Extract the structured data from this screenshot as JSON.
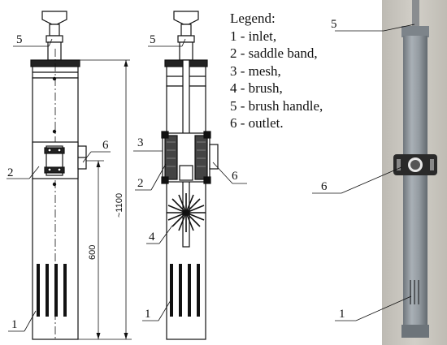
{
  "legend": {
    "title": "Legend:",
    "items": [
      "1 - inlet,",
      "2 - saddle band,",
      "3 - mesh,",
      "4 - brush,",
      "5 - brush handle,",
      "6 - outlet."
    ]
  },
  "drawing_left": {
    "labels": {
      "handle": "5",
      "saddle": "2",
      "outlet": "6",
      "inlet": "1"
    },
    "dim_overall": "~1100",
    "dim_lower": "600"
  },
  "drawing_section": {
    "labels": {
      "handle": "5",
      "mesh": "3",
      "saddle": "2",
      "outlet": "6",
      "brush": "4",
      "inlet": "1"
    }
  },
  "photo": {
    "labels": {
      "handle": "5",
      "outlet": "6",
      "inlet": "1"
    }
  },
  "colors": {
    "line": "#111111",
    "photo_bg": "#c9c6bf",
    "pipe": "#8f969d",
    "band": "#2a2a2a"
  }
}
